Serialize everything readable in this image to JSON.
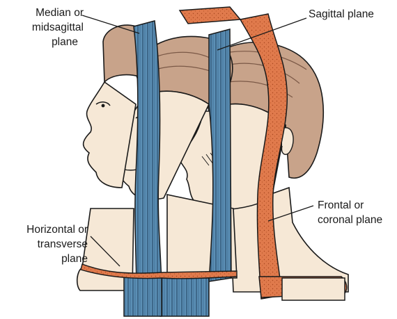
{
  "labels": {
    "median": [
      "Median or",
      "midsagittal",
      "plane"
    ],
    "sagittal": [
      "Sagittal plane"
    ],
    "frontal": [
      "Frontal or",
      "coronal plane"
    ],
    "horizontal": [
      "Horizontal or",
      "transverse",
      "plane"
    ]
  },
  "colors": {
    "skin": "#f6e8d6",
    "hair": "#c8a38a",
    "blue_plane": "#5b8fb5",
    "orange_plane": "#e07a4c",
    "ink": "#1a1a1a"
  }
}
